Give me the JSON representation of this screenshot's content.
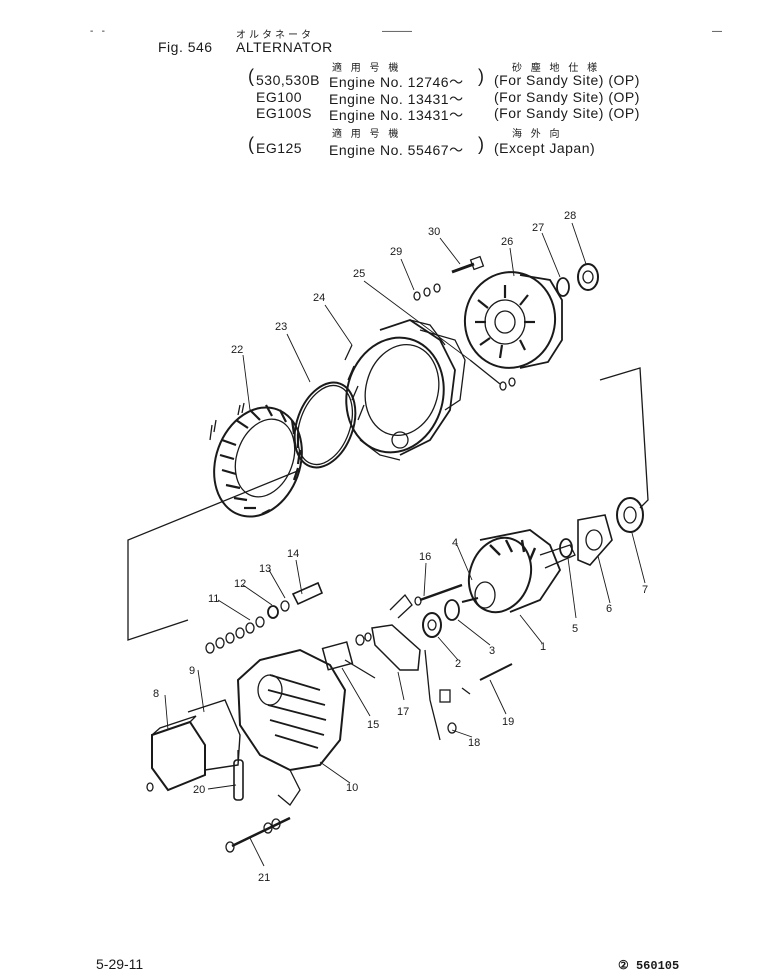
{
  "header": {
    "title_jp": "オルタネータ",
    "fig_label": "Fig. 546",
    "title": "ALTERNATOR",
    "applicable_jp_1": "適 用 号 機",
    "sandy_jp": "砂 塵 地 仕 様",
    "rows": [
      {
        "model": "530,530B",
        "engine": "Engine No. 12746～",
        "note": "(For Sandy Site) (OP)"
      },
      {
        "model": "EG100",
        "engine": "Engine No. 13431～",
        "note": "(For Sandy Site) (OP)"
      },
      {
        "model": "EG100S",
        "engine": "Engine No. 13431～",
        "note": "(For Sandy Site) (OP)"
      }
    ],
    "applicable_jp_2": "適 用 号 機",
    "overseas_jp": "海 外 向",
    "row4": {
      "model": "EG125",
      "engine": "Engine No. 55467～",
      "note": "(Except Japan)"
    }
  },
  "parts": [
    "1",
    "2",
    "3",
    "4",
    "5",
    "6",
    "7",
    "8",
    "9",
    "10",
    "11",
    "12",
    "13",
    "14",
    "15",
    "16",
    "17",
    "18",
    "19",
    "20",
    "21",
    "22",
    "23",
    "24",
    "25",
    "26",
    "27",
    "28",
    "29",
    "30"
  ],
  "footer": {
    "page": "5-29-11",
    "code": "② 560105"
  }
}
